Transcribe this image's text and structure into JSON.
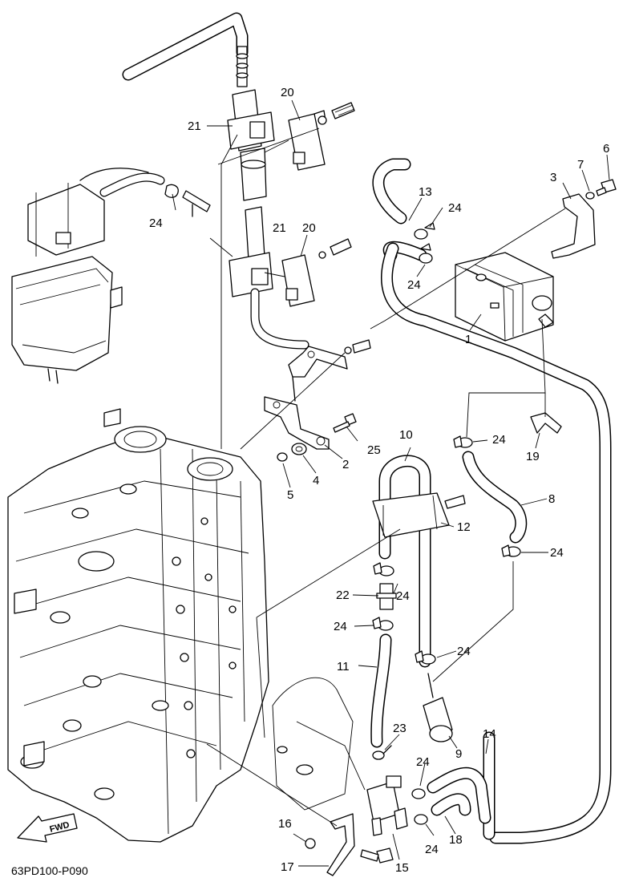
{
  "diagram_code": "63PD100-P090",
  "fwd_label": "FWD",
  "callouts": {
    "c1": "1",
    "c2": "2",
    "c3": "3",
    "c4": "4",
    "c5": "5",
    "c6": "6",
    "c7": "7",
    "c8": "8",
    "c9": "9",
    "c10": "10",
    "c11": "11",
    "c12": "12",
    "c13": "13",
    "c14": "14",
    "c15": "15",
    "c16": "16",
    "c17": "17",
    "c18": "18",
    "c19": "19",
    "c20a": "20",
    "c20b": "20",
    "c21a": "21",
    "c21b": "21",
    "c22": "22",
    "c23": "23",
    "c24a": "24",
    "c24b": "24",
    "c24c": "24",
    "c24d": "24",
    "c24e": "24",
    "c24f": "24",
    "c24g": "24",
    "c24h": "24",
    "c24i": "24",
    "c24j": "24",
    "c25": "25"
  }
}
